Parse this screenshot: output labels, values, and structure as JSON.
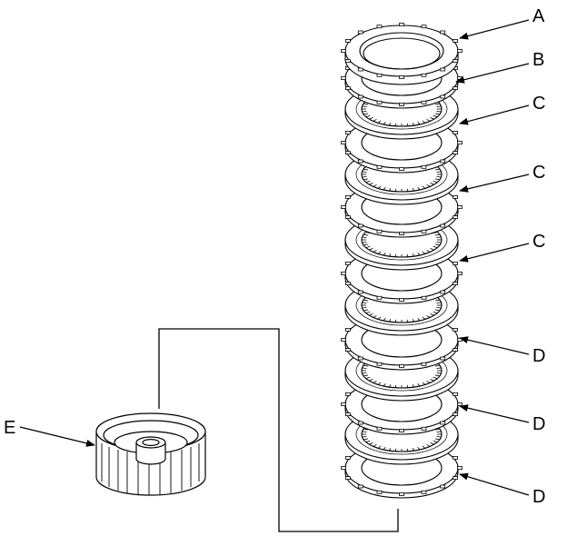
{
  "colors": {
    "line": "#000000",
    "part_fill": "#ffffff",
    "background": "#ffffff"
  },
  "callouts": [
    {
      "id": "a",
      "label": "A",
      "part": "end-plate"
    },
    {
      "id": "b",
      "label": "B",
      "part": "friction-disc"
    },
    {
      "id": "c1",
      "label": "C",
      "part": "steel-plate"
    },
    {
      "id": "c2",
      "label": "C",
      "part": "steel-plate"
    },
    {
      "id": "c3",
      "label": "C",
      "part": "steel-plate"
    },
    {
      "id": "d1",
      "label": "D",
      "part": "friction-disc"
    },
    {
      "id": "d2",
      "label": "D",
      "part": "friction-disc"
    },
    {
      "id": "d3",
      "label": "D",
      "part": "friction-disc"
    },
    {
      "id": "e",
      "label": "E",
      "part": "clutch-drum"
    }
  ]
}
